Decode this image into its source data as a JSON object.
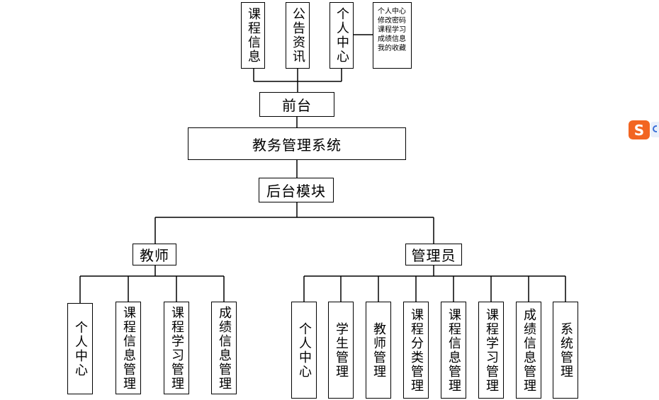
{
  "frontend": {
    "label": "前台",
    "items": [
      "课程信息",
      "公告资讯",
      "个人中心"
    ],
    "note": [
      "个人中心",
      "修改密码",
      "课程学习",
      "成绩信息",
      "我的收藏"
    ]
  },
  "system": {
    "label": "教务管理系统"
  },
  "backend": {
    "label": "后台模块",
    "teacher": {
      "label": "教师",
      "items": [
        "个人中心",
        "课程信息管理",
        "课程学习管理",
        "成绩信息管理"
      ]
    },
    "admin": {
      "label": "管理员",
      "items": [
        "个人中心",
        "学生管理",
        "教师管理",
        "课程分类管理",
        "课程信息管理",
        "课程学习管理",
        "成绩信息管理",
        "系统管理"
      ]
    }
  },
  "watermark": {
    "letter": "S",
    "color": "#f26522"
  }
}
